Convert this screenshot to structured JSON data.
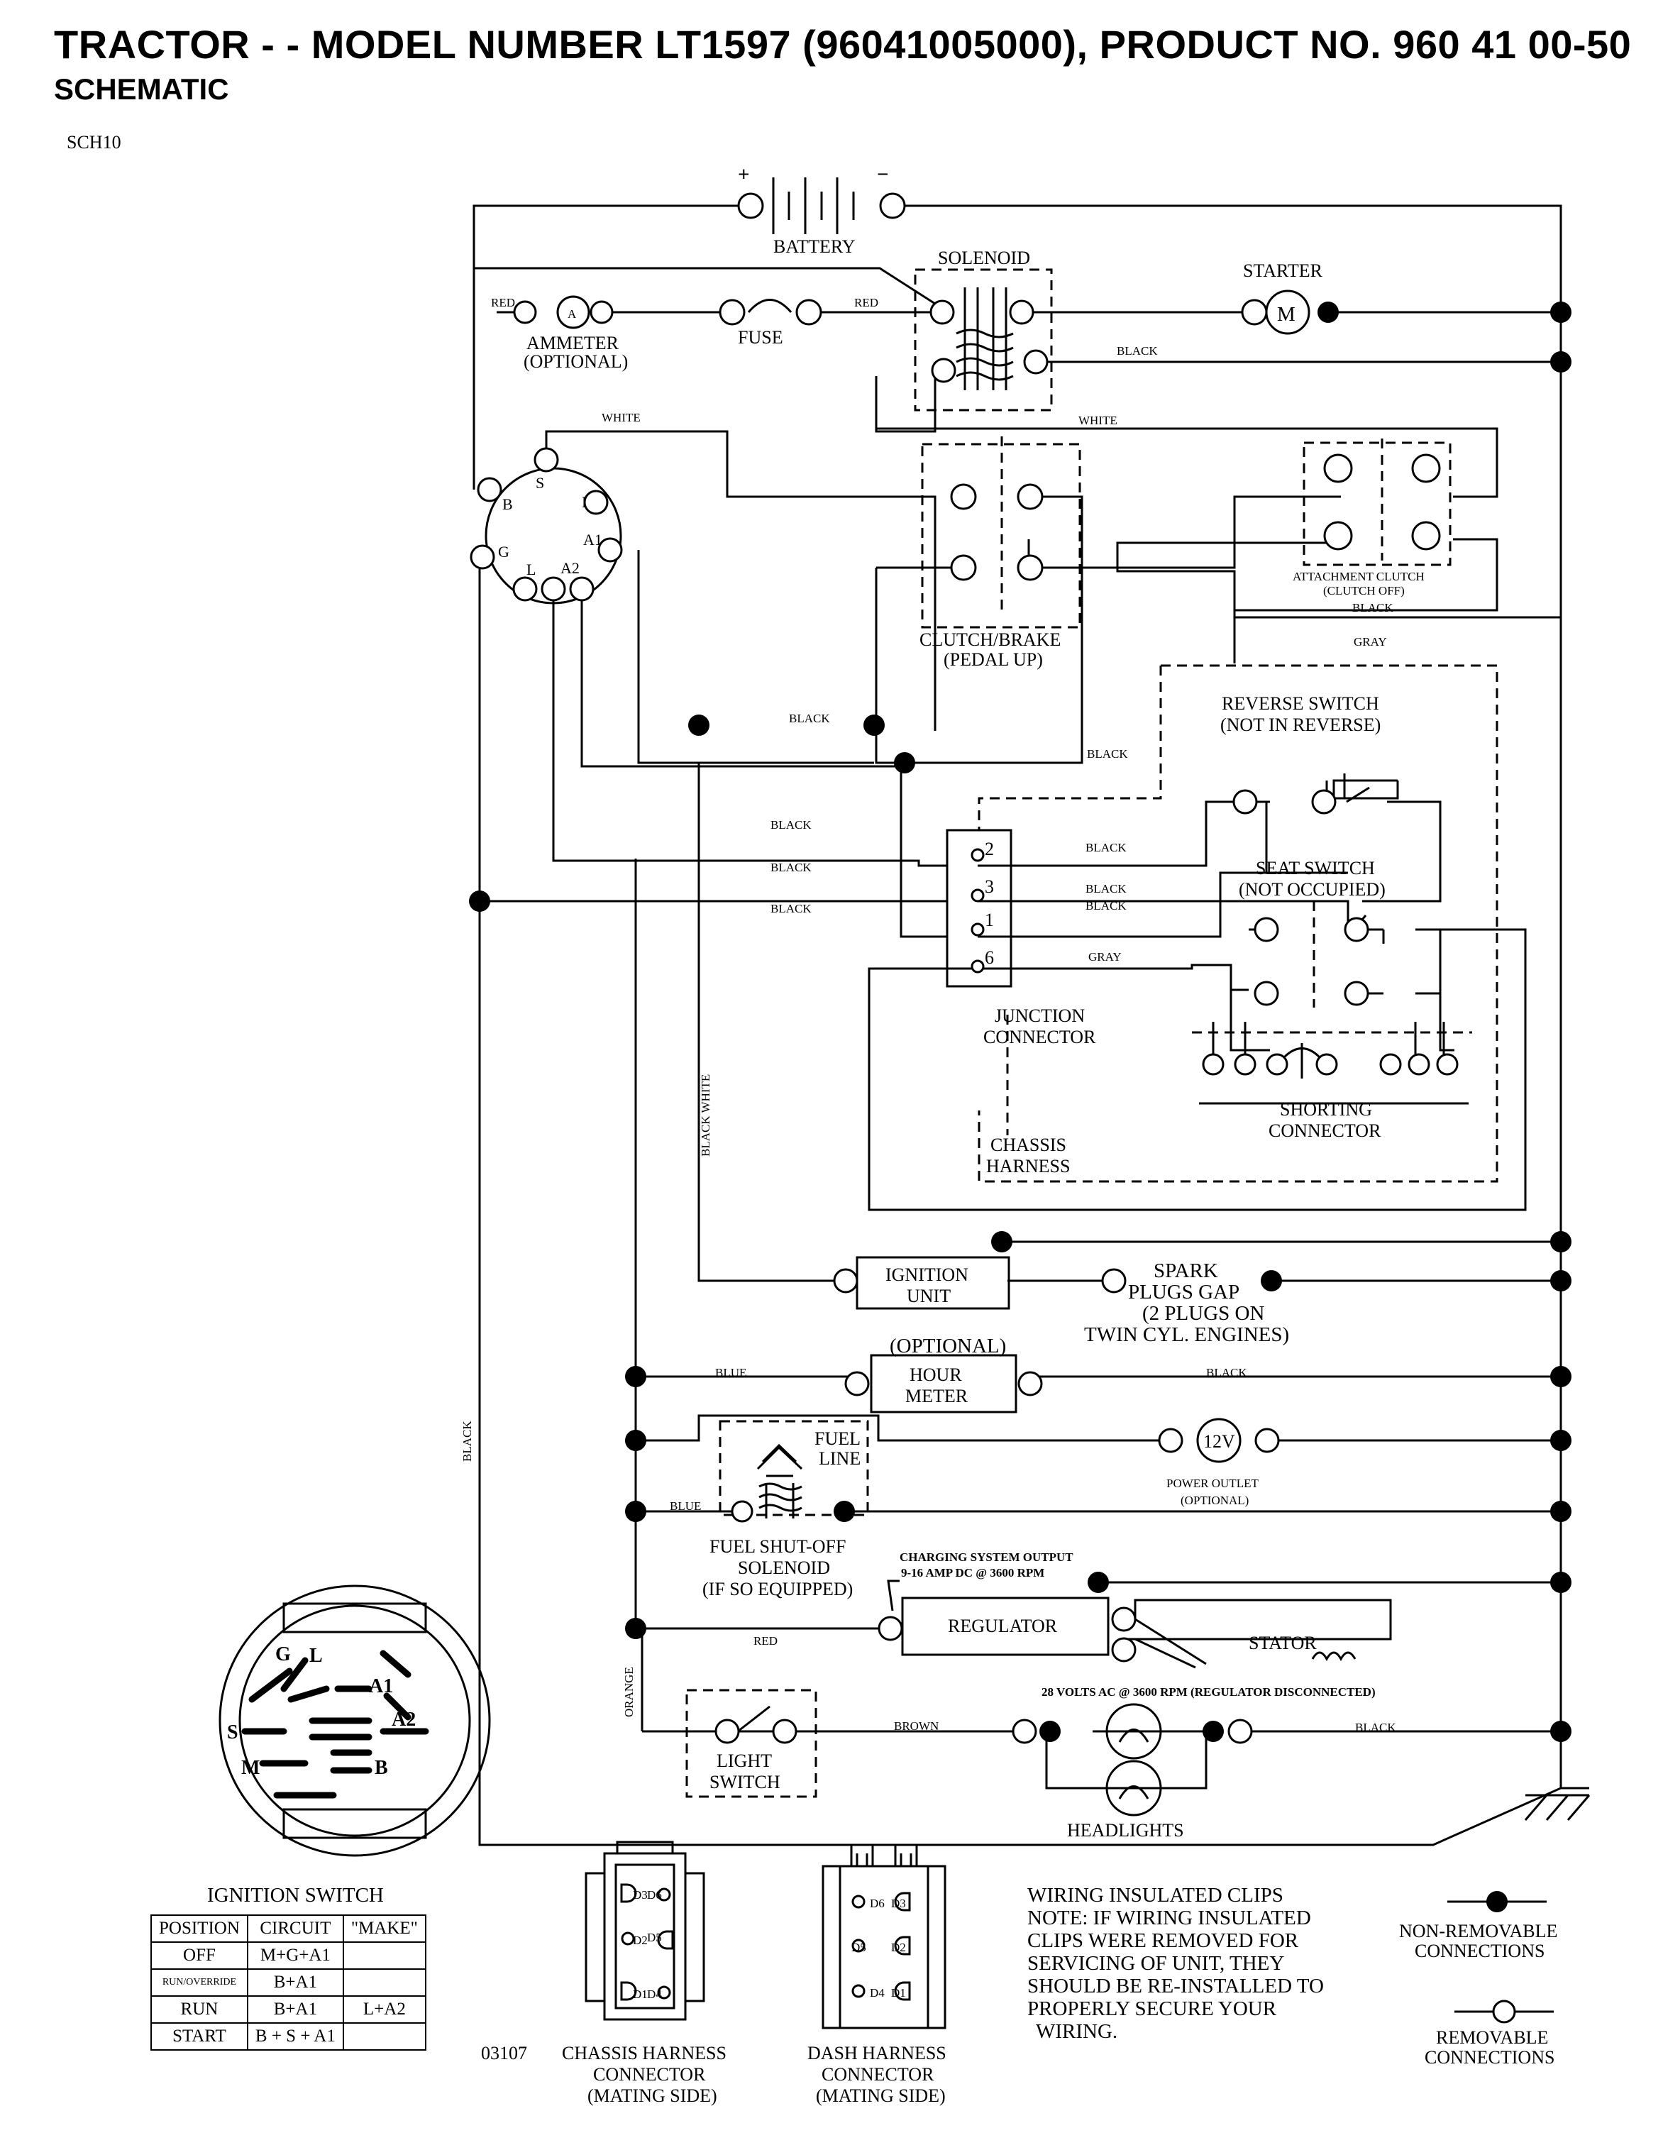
{
  "header": {
    "title": "TRACTOR - - MODEL NUMBER LT1597 (96041005000), PRODUCT NO. 960 41 00-50",
    "subtitle": "SCHEMATIC",
    "code": "SCH10"
  },
  "components": {
    "battery": "BATTERY",
    "plus": "+",
    "minus": "−",
    "solenoid": "SOLENOID",
    "starter": "STARTER",
    "starter_symbol": "M",
    "ammeter_symbol": "A",
    "ammeter_1": "AMMETER",
    "ammeter_2": "(OPTIONAL)",
    "fuse": "FUSE",
    "clutch_brake_1": "CLUTCH/BRAKE",
    "clutch_brake_2": "(PEDAL UP)",
    "attach_1": "ATTACHMENT CLUTCH",
    "attach_2": "(CLUTCH OFF)",
    "reverse_1": "REVERSE SWITCH",
    "reverse_2": "(NOT IN REVERSE)",
    "seat_1": "SEAT SWITCH",
    "seat_2": "(NOT OCCUPIED)",
    "junction_1": "JUNCTION",
    "junction_2": "CONNECTOR",
    "shorting_1": "SHORTING",
    "shorting_2": "CONNECTOR",
    "chassis_1": "CHASSIS",
    "chassis_2": "HARNESS",
    "ignition_1": "IGNITION",
    "ignition_2": "UNIT",
    "spark_1": "SPARK",
    "spark_2": "PLUGS GAP",
    "spark_3": "(2 PLUGS ON",
    "spark_4": "TWIN CYL. ENGINES)",
    "optional": "(OPTIONAL)",
    "hour_1": "HOUR",
    "hour_2": "METER",
    "fuel_line_1": "FUEL",
    "fuel_line_2": "LINE",
    "outlet_symbol": "12V",
    "outlet_1": "POWER OUTLET",
    "outlet_2": "(OPTIONAL)",
    "fuel_sol_1": "FUEL SHUT-OFF",
    "fuel_sol_2": "SOLENOID",
    "fuel_sol_3": "(IF SO EQUIPPED)",
    "charging_1": "CHARGING SYSTEM OUTPUT",
    "charging_2": "9-16 AMP DC @ 3600 RPM",
    "regulator": "REGULATOR",
    "stator": "STATOR",
    "volts": "28 VOLTS AC @ 3600 RPM (REGULATOR DISCONNECTED)",
    "light_1": "LIGHT",
    "light_2": "SWITCH",
    "headlights": "HEADLIGHTS",
    "ign_switch": "IGNITION SWITCH",
    "chassis_conn_1": "CHASSIS HARNESS",
    "chassis_conn_2": "CONNECTOR",
    "chassis_conn_3": "(MATING SIDE)",
    "dash_conn_1": "DASH HARNESS",
    "dash_conn_2": "CONNECTOR",
    "dash_conn_3": "(MATING SIDE)",
    "drawing_no": "03107"
  },
  "terminals": {
    "B": "B",
    "S": "S",
    "M": "M",
    "A1": "A1",
    "G": "G",
    "L": "L",
    "A2": "A2",
    "j2": "2",
    "j3": "3",
    "j1": "1",
    "j6": "6",
    "D1": "D1",
    "D2": "D2",
    "D3": "D3",
    "D4": "D4",
    "D5": "D5",
    "D6": "D6"
  },
  "wires": {
    "red": "RED",
    "black": "BLACK",
    "white": "WHITE",
    "gray": "GRAY",
    "blue": "BLUE",
    "brown": "BROWN",
    "orange": "ORANGE",
    "black_white": "BLACK WHITE"
  },
  "notes": {
    "clips_title": "WIRING INSULATED CLIPS",
    "clips_lines": [
      "NOTE:  IF WIRING INSULATED",
      "CLIPS WERE REMOVED FOR",
      "SERVICING OF UNIT, THEY",
      "SHOULD BE RE-INSTALLED TO",
      "PROPERLY SECURE YOUR",
      "WIRING."
    ]
  },
  "legend": {
    "non_removable_1": "NON-REMOVABLE",
    "non_removable_2": "CONNECTIONS",
    "removable_1": "REMOVABLE",
    "removable_2": "CONNECTIONS"
  },
  "ignition_table": {
    "headers": [
      "POSITION",
      "CIRCUIT",
      "\"MAKE\""
    ],
    "rows": [
      [
        "OFF",
        "M+G+A1",
        ""
      ],
      [
        "RUN/OVERRIDE",
        "B+A1",
        ""
      ],
      [
        "RUN",
        "B+A1",
        "L+A2"
      ],
      [
        "START",
        "B + S + A1",
        ""
      ]
    ]
  }
}
